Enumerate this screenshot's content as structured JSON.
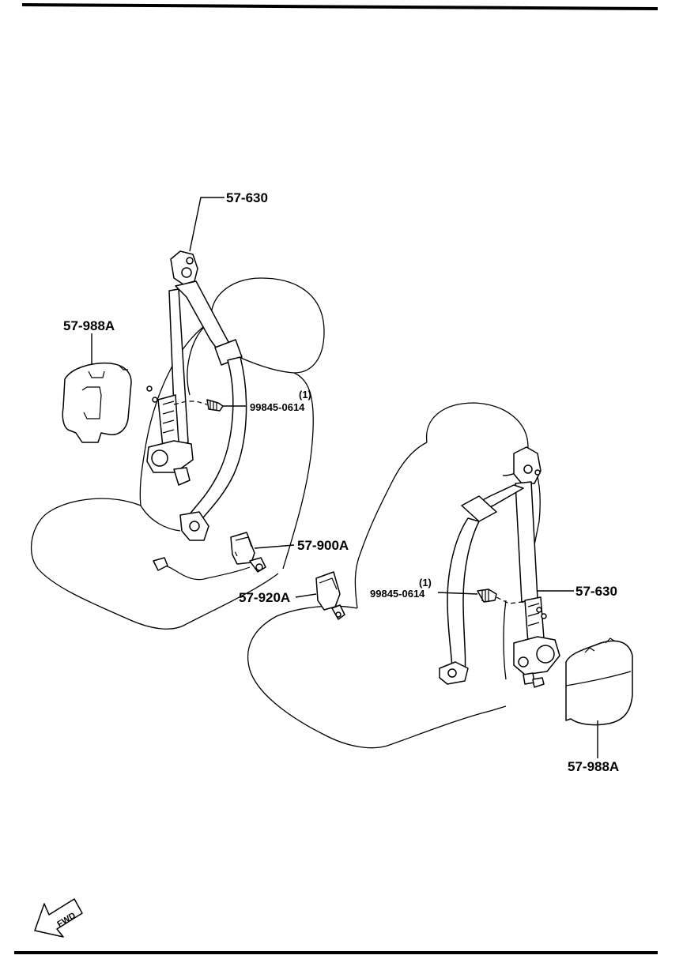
{
  "callouts": {
    "top_retractor": "57-630",
    "right_retractor": "57-630",
    "left_cover": "57-988A",
    "right_cover": "57-988A",
    "buckle_900": "57-900A",
    "buckle_920": "57-920A",
    "bolt_left_number": "99845-0614",
    "bolt_left_qty": "(1)",
    "bolt_right_number": "99845-0614",
    "bolt_right_qty": "(1)"
  },
  "direction": {
    "label": "FWD",
    "icon": "forward-arrow-icon"
  }
}
